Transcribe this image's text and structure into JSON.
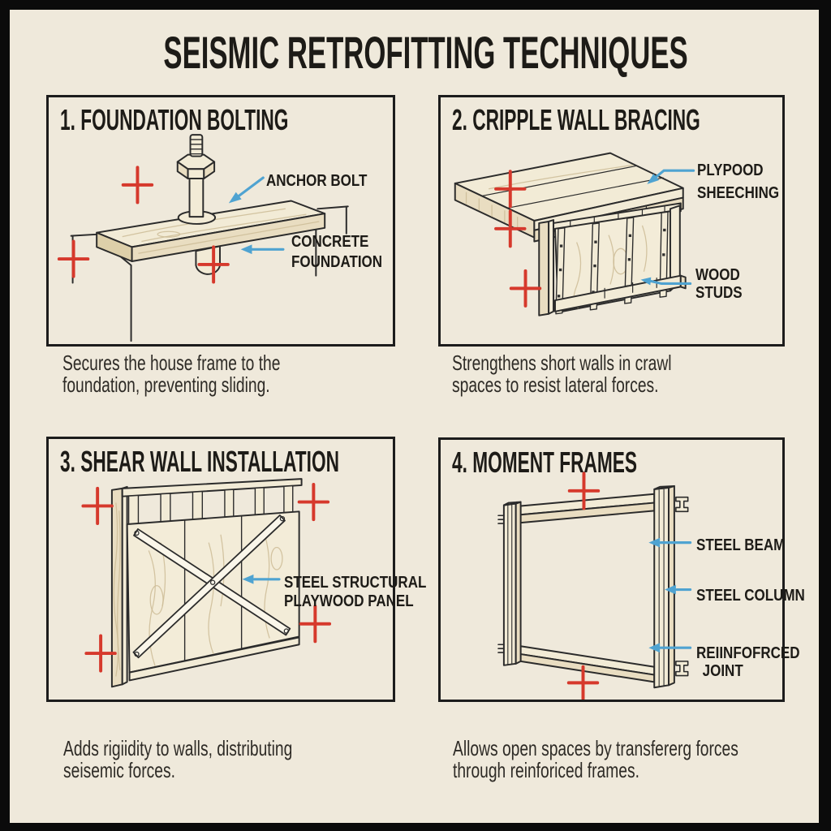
{
  "header": {
    "title": "SEISMIC RETROFITTING TECHNIQUES"
  },
  "colors": {
    "background": "#EFE9DB",
    "frame": "#0B0B0B",
    "panel_border": "#1C1C1C",
    "ink": "#2B2B2B",
    "caption": "#2E2B26",
    "arrow_blue": "#4FA3D1",
    "cross_red": "#D6392C",
    "wood_light": "#F2EBD6",
    "wood_mid": "#E9DDC1",
    "wood_dark": "#DDCFA9",
    "plywood": "#F3ECD8",
    "grain": "#CDBC96",
    "steel": "#FAF6EA"
  },
  "panels": [
    {
      "id": "foundation-bolting",
      "title": "1. FOUNDATION BOLTING",
      "labels": {
        "anchor_bolt": [
          "ANCHOR BOLT"
        ],
        "concrete_foundation": [
          "CONCRETE",
          "FOUNDATION"
        ]
      },
      "caption": [
        "Secures the house frame to the",
        "foundation, preventing sliding."
      ]
    },
    {
      "id": "cripple-wall-bracing",
      "title": "2. CRIPPLE WALL BRACING",
      "labels": {
        "plywood_sheathing": [
          "PLYPOOD",
          "SHEECHING"
        ],
        "wood_studs": [
          "WOOD",
          "STUDS"
        ]
      },
      "caption": [
        "Strengthens short walls in crawl",
        "spaces to resist lateral forces."
      ]
    },
    {
      "id": "shear-wall-installation",
      "title": "3. SHEAR WALL INSTALLATION",
      "labels": {
        "steel_panel": [
          "STEEL STRUCTURAL",
          "PLAYWOOD PANEL"
        ]
      },
      "caption": [
        "Adds rigiidity to walls, distributing",
        "seisemic forces."
      ]
    },
    {
      "id": "moment-frames",
      "title": "4. MOMENT FRAMES",
      "labels": {
        "steel_beam": [
          "STEEL BEAM"
        ],
        "steel_column": [
          "STEEL COLUMN"
        ],
        "reinforced_joint": [
          "REIINFOFRCED",
          "JOINT"
        ]
      },
      "caption": [
        "Allows open spaces by transfererg forces",
        "through reinforiced frames."
      ]
    }
  ]
}
